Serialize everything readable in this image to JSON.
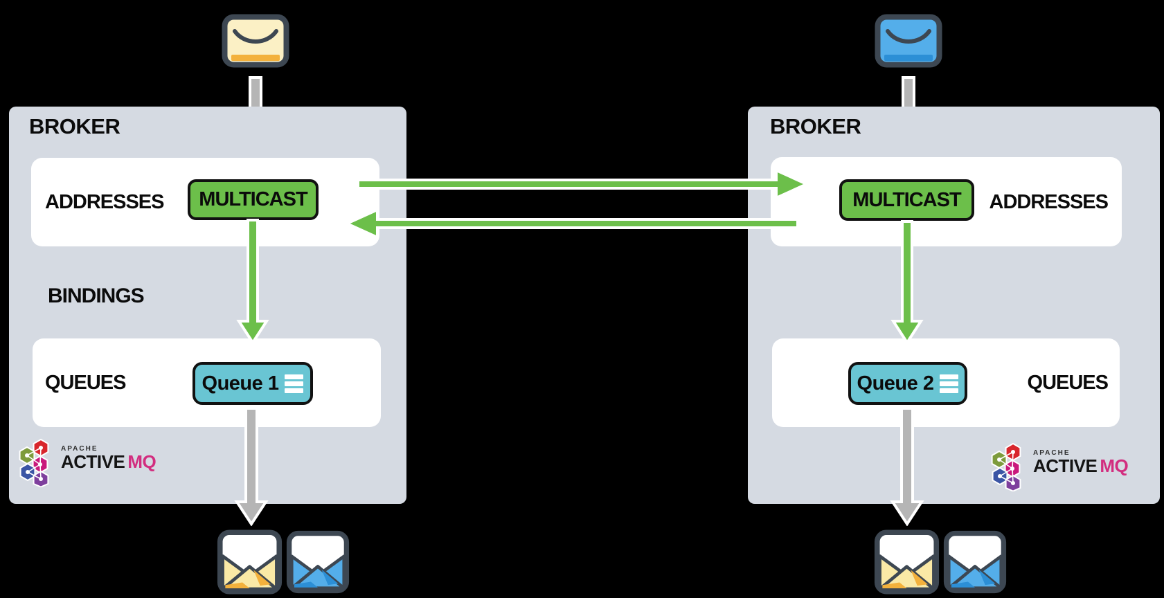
{
  "colors": {
    "background": "#000000",
    "broker_panel": "#d5dae2",
    "white_panel": "#ffffff",
    "arrow_green": "#6cbf4a",
    "arrow_gray": "#b5b5b5",
    "badge_green": "#6cbf4a",
    "badge_teal": "#69c5d3",
    "outline_dark": "#3d4752",
    "logo_pink": "#d22d7f",
    "envelope_yellow": "#fbf0c5",
    "envelope_yellow_accent": "#f3b13c",
    "envelope_blue": "#54aeea",
    "envelope_blue_accent": "#2c8fd6"
  },
  "icons": {
    "producer_left": "closed-envelope-yellow",
    "producer_right": "closed-envelope-blue",
    "consumer_icons": [
      "open-envelope-yellow",
      "open-envelope-blue"
    ],
    "queue_badge_icon": "list-lines",
    "logo_icon": "activemq-hexagon-cluster"
  },
  "left_broker": {
    "title": "BROKER",
    "addresses_label": "ADDRESSES",
    "multicast_label": "MULTICAST",
    "bindings_label": "BINDINGS",
    "queues_label": "QUEUES",
    "queue_name": "Queue 1",
    "logo": {
      "apache": "APACHE",
      "active": "ACTIVE",
      "mq": "MQ"
    }
  },
  "right_broker": {
    "title": "BROKER",
    "addresses_label": "ADDRESSES",
    "multicast_label": "MULTICAST",
    "queues_label": "QUEUES",
    "queue_name": "Queue 2",
    "logo": {
      "apache": "APACHE",
      "active": "ACTIVE",
      "mq": "MQ"
    }
  }
}
